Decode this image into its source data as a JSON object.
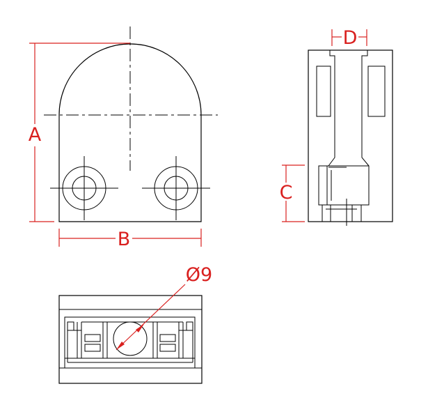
{
  "dimensions": {
    "a": "A",
    "b": "B",
    "c": "C",
    "d": "D",
    "hole": "Ø9"
  },
  "colors": {
    "dimension": "#d9201f",
    "outline": "#000000",
    "background": "#ffffff"
  }
}
